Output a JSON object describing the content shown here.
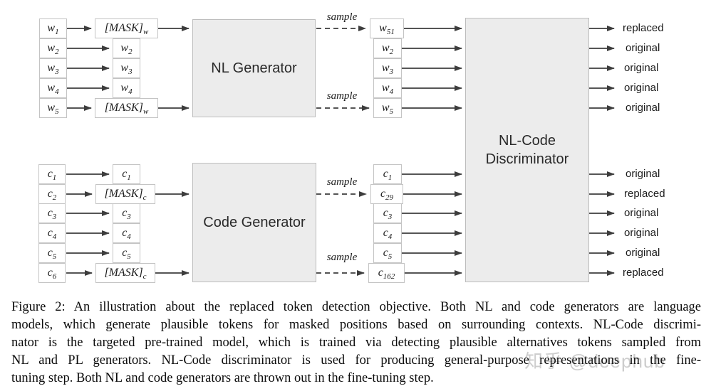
{
  "figure": {
    "sample_label": "sample",
    "nl": {
      "generator_label": "NL Generator",
      "rows": [
        {
          "in_b": "w",
          "in_s": "1",
          "mid_b": "[MASK]",
          "mid_s": "w",
          "out_b": "w",
          "out_s": "51",
          "result": "replaced"
        },
        {
          "in_b": "w",
          "in_s": "2",
          "mid_b": "w",
          "mid_s": "2",
          "out_b": "w",
          "out_s": "2",
          "result": "original"
        },
        {
          "in_b": "w",
          "in_s": "3",
          "mid_b": "w",
          "mid_s": "3",
          "out_b": "w",
          "out_s": "3",
          "result": "original"
        },
        {
          "in_b": "w",
          "in_s": "4",
          "mid_b": "w",
          "mid_s": "4",
          "out_b": "w",
          "out_s": "4",
          "result": "original"
        },
        {
          "in_b": "w",
          "in_s": "5",
          "mid_b": "[MASK]",
          "mid_s": "w",
          "out_b": "w",
          "out_s": "5",
          "result": "original"
        }
      ]
    },
    "code": {
      "generator_label": "Code Generator",
      "rows": [
        {
          "in_b": "c",
          "in_s": "1",
          "mid_b": "c",
          "mid_s": "1",
          "out_b": "c",
          "out_s": "1",
          "result": "original"
        },
        {
          "in_b": "c",
          "in_s": "2",
          "mid_b": "[MASK]",
          "mid_s": "c",
          "out_b": "c",
          "out_s": "29",
          "result": "replaced"
        },
        {
          "in_b": "c",
          "in_s": "3",
          "mid_b": "c",
          "mid_s": "3",
          "out_b": "c",
          "out_s": "3",
          "result": "original"
        },
        {
          "in_b": "c",
          "in_s": "4",
          "mid_b": "c",
          "mid_s": "4",
          "out_b": "c",
          "out_s": "4",
          "result": "original"
        },
        {
          "in_b": "c",
          "in_s": "5",
          "mid_b": "c",
          "mid_s": "5",
          "out_b": "c",
          "out_s": "5",
          "result": "original"
        },
        {
          "in_b": "c",
          "in_s": "6",
          "mid_b": "[MASK]",
          "mid_s": "c",
          "out_b": "c",
          "out_s": "162",
          "result": "replaced"
        }
      ]
    },
    "discriminator": {
      "line1": "NL-Code",
      "line2": "Discriminator"
    },
    "caption_lines": [
      "Figure 2: An illustration about the replaced token detection objective. Both NL and code generators are language",
      "models, which generate plausible tokens for masked positions based on surrounding contexts. NL-Code discrimi-",
      "nator is the targeted pre-trained model, which is trained via detecting plausible alternatives tokens sampled from",
      "NL and PL generators. NL-Code discriminator is used for producing general-purpose representations in the fine-",
      "tuning step. Both NL and code generators are thrown out in the fine-tuning step."
    ],
    "watermark": "知乎 @deephub",
    "colors": {
      "big_box_fill": "#ececec",
      "big_box_border": "#bdbdbd",
      "token_box_border": "#c4c4c4",
      "arrow": "#3d3d3d"
    }
  }
}
